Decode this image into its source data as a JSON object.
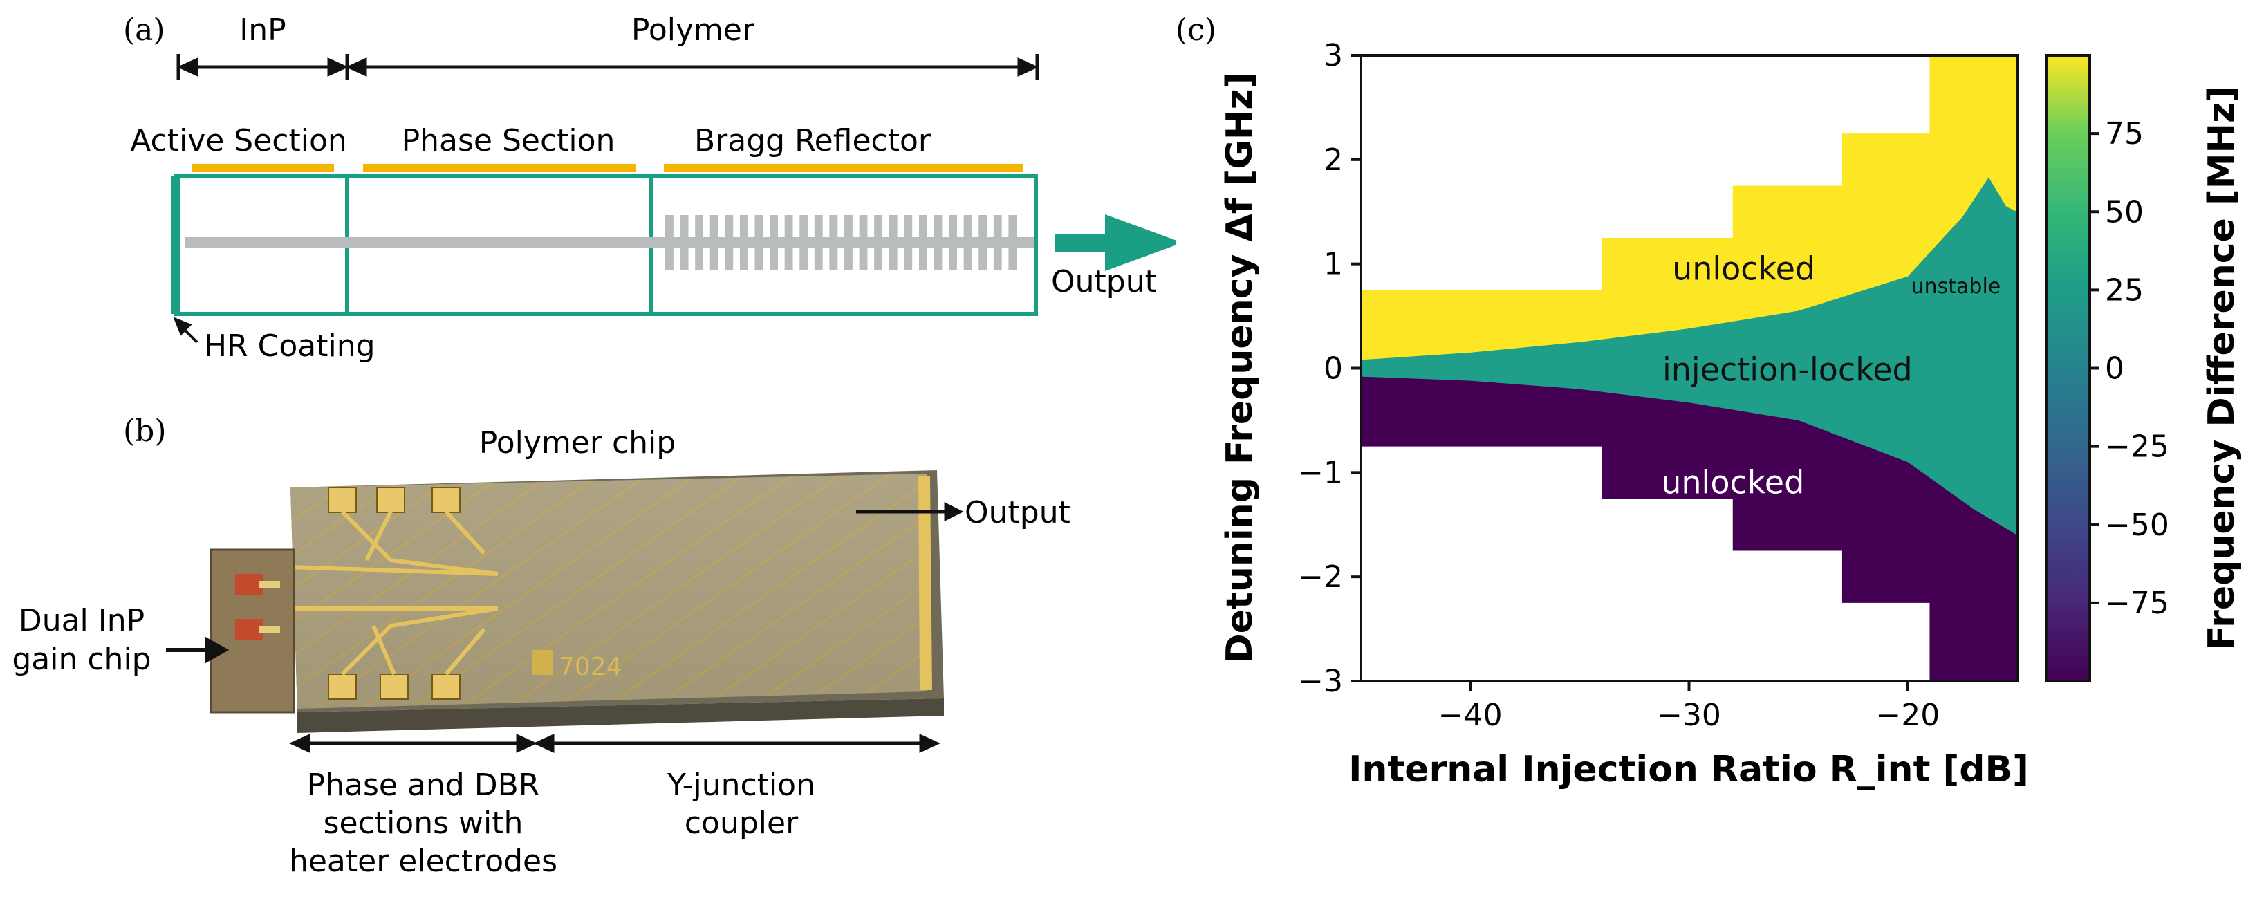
{
  "panel_a": {
    "tag": "(a)",
    "inp_label": "InP",
    "polymer_label": "Polymer",
    "active_section": "Active Section",
    "phase_section": "Phase Section",
    "bragg_reflector": "Bragg Reflector",
    "output": "Output",
    "hr_coating": "HR Coating",
    "colors": {
      "outline": "#1a9e84",
      "electrode": "#f4b400",
      "waveguide": "#b9bcbd"
    }
  },
  "panel_b": {
    "tag": "(b)",
    "polymer_chip": "Polymer chip",
    "output": "Output",
    "dual_inp_line1": "Dual InP",
    "dual_inp_line2": "gain chip",
    "phase_dbr_line1": "Phase and DBR",
    "phase_dbr_line2": "sections with",
    "phase_dbr_line3": "heater electrodes",
    "yjunction_line1": "Y-junction",
    "yjunction_line2": "coupler",
    "chip_marking": "7024"
  },
  "panel_c": {
    "tag": "(c)",
    "chart_data": {
      "type": "heatmap",
      "xlabel": "Internal Injection Ratio R_int [dB]",
      "ylabel": "Detuning Frequency Δf [GHz]",
      "colorbar_label": "Frequency Difference [MHz]",
      "xlim": [
        -45,
        -15
      ],
      "ylim": [
        -3,
        3
      ],
      "xticks": [
        -40,
        -30,
        -20
      ],
      "xtick_labels": [
        "−40",
        "−30",
        "−20"
      ],
      "yticks": [
        -3,
        -2,
        -1,
        0,
        1,
        2,
        3
      ],
      "ytick_labels": [
        "−3",
        "−2",
        "−1",
        "0",
        "1",
        "2",
        "3"
      ],
      "colorbar_ticks": [
        75,
        50,
        25,
        0,
        -25,
        -50,
        -75
      ],
      "colorbar_tick_labels": [
        "75",
        "50",
        "25",
        "0",
        "−25",
        "−50",
        "−75"
      ],
      "colorbar_range": [
        -100,
        100
      ],
      "colormap": "viridis",
      "measured_region_upper": [
        {
          "x_from": -45,
          "x_to": -34,
          "df_max": 0.75
        },
        {
          "x_from": -34,
          "x_to": -28,
          "df_max": 1.25
        },
        {
          "x_from": -28,
          "x_to": -23,
          "df_max": 1.75
        },
        {
          "x_from": -23,
          "x_to": -19,
          "df_max": 2.25
        },
        {
          "x_from": -19,
          "x_to": -15,
          "df_max": 3.0
        }
      ],
      "locking_boundary_upper": [
        [
          -45,
          0.08
        ],
        [
          -40,
          0.15
        ],
        [
          -35,
          0.25
        ],
        [
          -30,
          0.38
        ],
        [
          -25,
          0.55
        ],
        [
          -20,
          0.88
        ],
        [
          -17.5,
          1.45
        ],
        [
          -16.3,
          1.83
        ],
        [
          -15.5,
          1.55
        ],
        [
          -15,
          1.5
        ]
      ],
      "locking_boundary_lower": [
        [
          -45,
          -0.08
        ],
        [
          -40,
          -0.12
        ],
        [
          -35,
          -0.2
        ],
        [
          -30,
          -0.33
        ],
        [
          -25,
          -0.5
        ],
        [
          -20,
          -0.9
        ],
        [
          -17,
          -1.35
        ],
        [
          -15,
          -1.6
        ]
      ],
      "annotations": {
        "unlocked_upper": "unlocked",
        "unstable": "unstable",
        "injection_locked": "injection-locked",
        "unlocked_lower": "unlocked"
      },
      "colors": {
        "unlocked_upper": "#fde725",
        "locked": "#1f9e89",
        "unlocked_lower": "#440154"
      }
    }
  }
}
